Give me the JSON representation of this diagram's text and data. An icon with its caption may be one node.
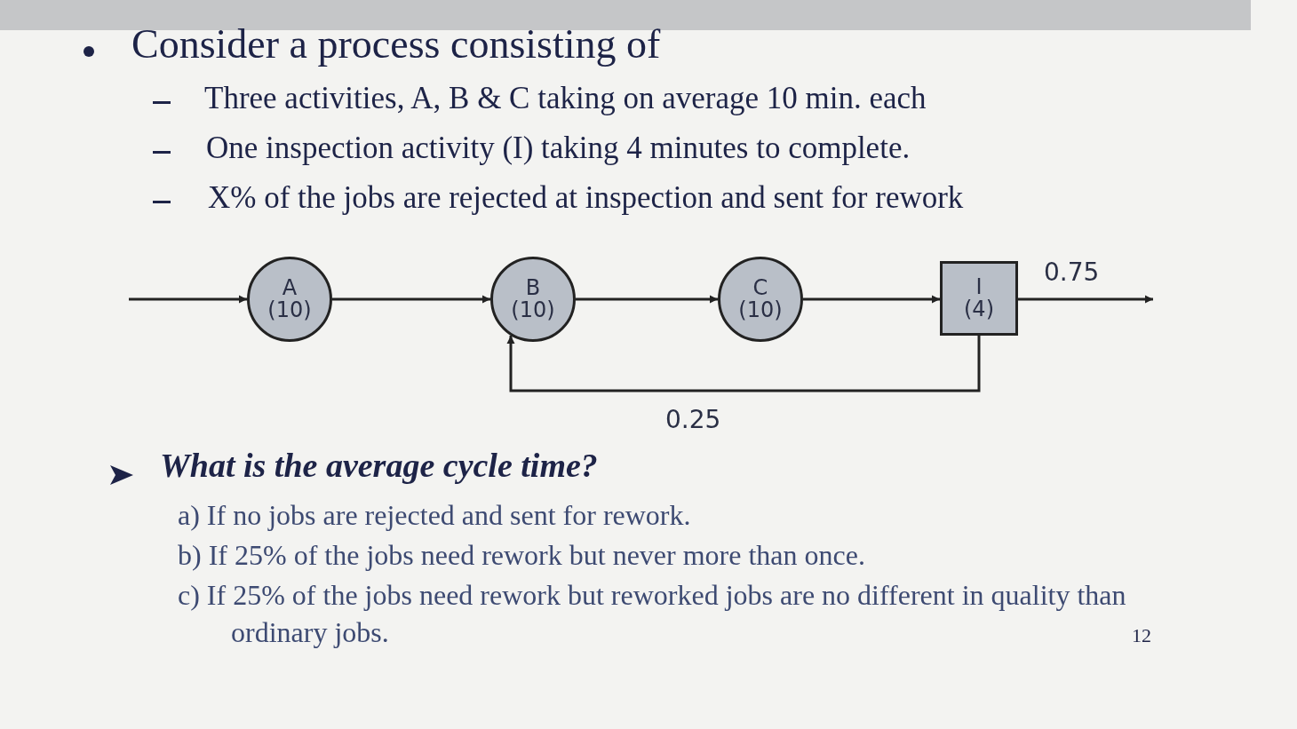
{
  "diagram": {
    "nodes": [
      {
        "text": [
          "A",
          "(10)"
        ]
      },
      {
        "text": [
          "B",
          "(10)"
        ]
      },
      {
        "text": [
          "C",
          "(10)"
        ]
      },
      {
        "text": [
          "I",
          "(4)"
        ]
      }
    ],
    "edges": [
      {
        "from": null,
        "to": 0,
        "arrow": "to"
      },
      {
        "from": 0,
        "to": 1,
        "arrow": "to"
      },
      {
        "from": 1,
        "to": 2,
        "arrow": "to"
      },
      {
        "from": 2,
        "to": 3,
        "arrow": "to"
      },
      {
        "from": 3,
        "to": null,
        "arrow": "to",
        "label": "0.75"
      },
      {
        "from": 3,
        "to": 1,
        "arrow": "to",
        "label": "0.25"
      }
    ],
    "labels": [
      "Consider a process consisting of",
      "Three activities, A, B & C taking on average 10 min. each",
      "One inspection activity (I) taking 4 minutes to complete.",
      "X% of the jobs are rejected at inspection and sent for rework",
      "What is the average cycle time?",
      "a) If no jobs are rejected and sent for rework.",
      "b) If 25% of the jobs need rework but never more than once.",
      "c) If 25% of the jobs need rework but reworked jobs are no different in quality than ordinary jobs.",
      "12"
    ]
  }
}
